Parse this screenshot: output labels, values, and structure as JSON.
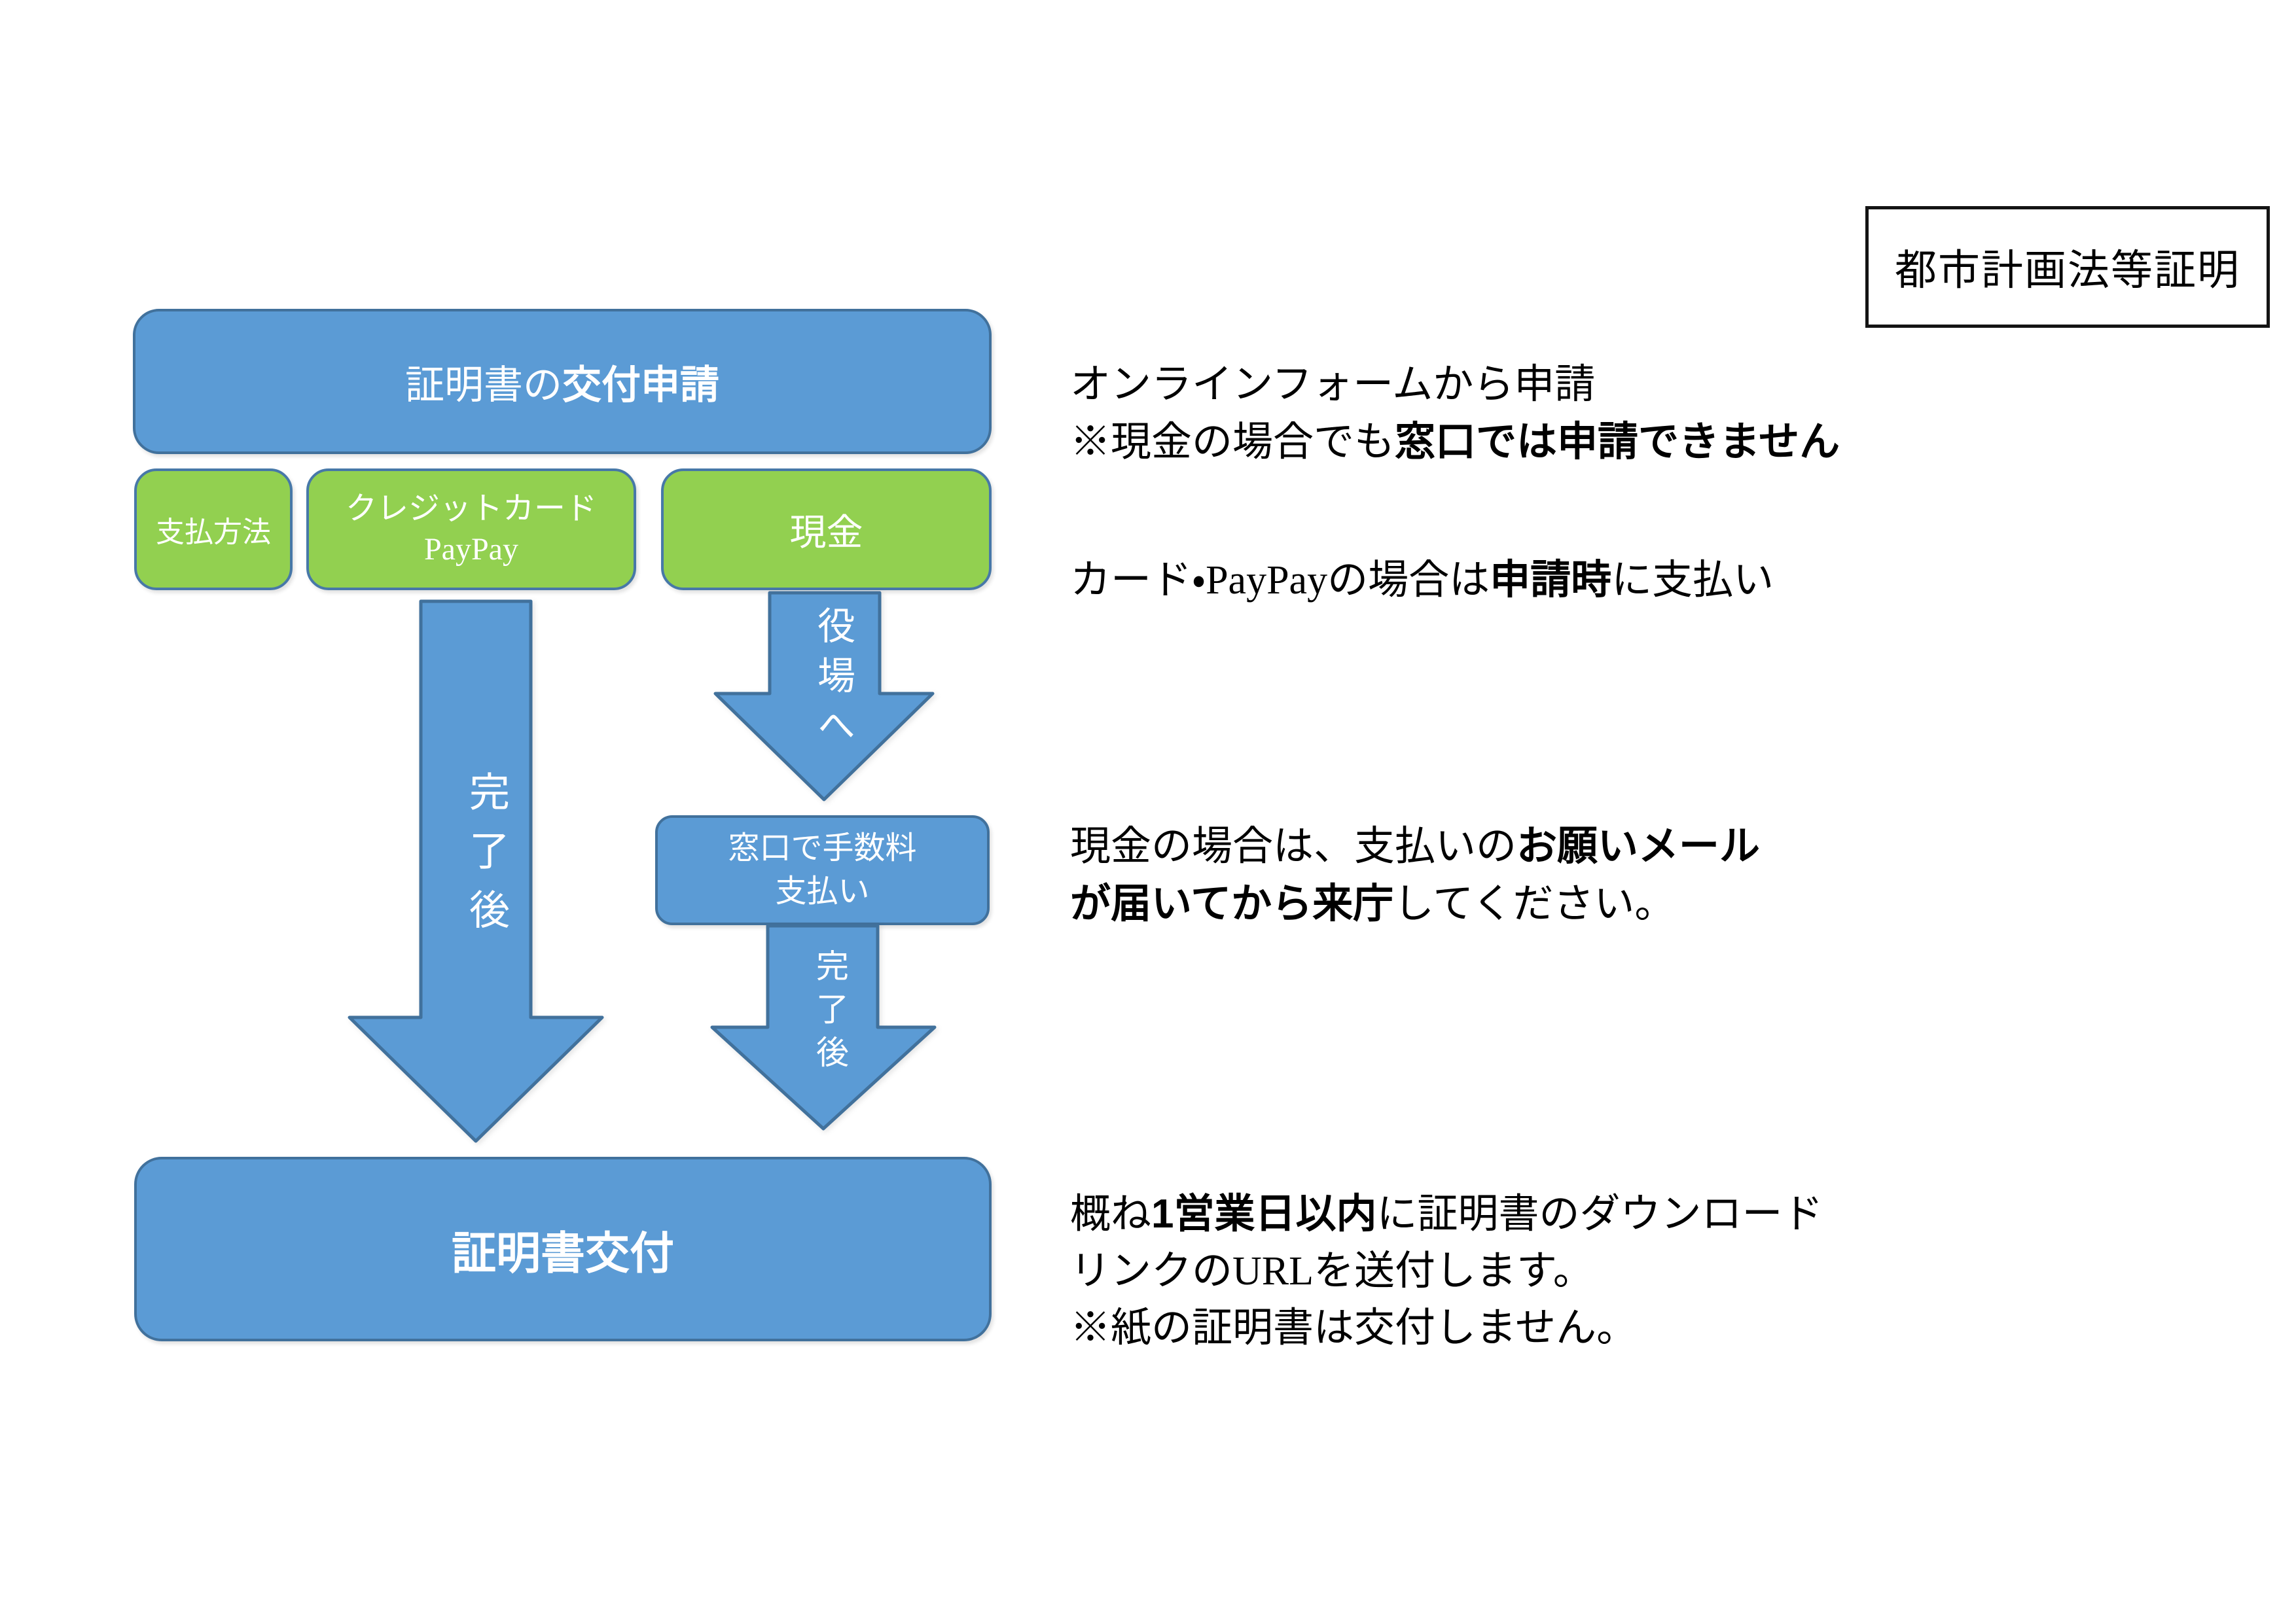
{
  "colors": {
    "box_blue_fill": "#5B9BD5",
    "box_blue_border": "#41719C",
    "box_green_fill": "#92D050",
    "box_green_border": "#4778A8",
    "box_text": "#FFFFFF",
    "annotation_text": "#000000",
    "tag_box_border": "#141414"
  },
  "title_box": {
    "label": "都市計画法等証明"
  },
  "flow": {
    "apply_box": {
      "segments": [
        {
          "text": "証明書の",
          "bold": false
        },
        {
          "text": "交付申請",
          "bold": true
        }
      ]
    },
    "payment_label_box": {
      "label": "支払方法"
    },
    "credit_box": {
      "line1": "クレジットカード",
      "line2": "PayPay"
    },
    "cash_box": {
      "label": "現金"
    },
    "left_arrow": {
      "label": "完了後"
    },
    "to_office_arrow": {
      "label": "役場へ"
    },
    "counter_box": {
      "line1": "窓口で手数料",
      "line2": "支払い"
    },
    "after_arrow": {
      "label": "完了後"
    },
    "issue_box": {
      "label": "証明書交付"
    }
  },
  "annotations": {
    "online": {
      "lines": [
        [
          {
            "text": "オンラインフォームから申請",
            "bold": false
          }
        ],
        [
          {
            "text": "※現金の場合でも",
            "bold": false
          },
          {
            "text": "窓口では申請できません",
            "bold": true
          }
        ]
      ]
    },
    "card": {
      "lines": [
        [
          {
            "text": "カード・PayPayの場合は",
            "bold": false
          },
          {
            "text": "申請時",
            "bold": true
          },
          {
            "text": "に支払い",
            "bold": false
          }
        ]
      ]
    },
    "cash": {
      "lines": [
        [
          {
            "text": "現金の場合は、支払いの",
            "bold": false
          },
          {
            "text": "お願いメール",
            "bold": true
          }
        ],
        [
          {
            "text": "が届いてから来庁",
            "bold": true
          },
          {
            "text": "してください。",
            "bold": false
          }
        ]
      ]
    },
    "issue": {
      "lines": [
        [
          {
            "text": "概ね",
            "bold": false
          },
          {
            "text": "1営業日以内",
            "bold": true
          },
          {
            "text": "に証明書のダウンロード",
            "bold": false
          }
        ],
        [
          {
            "text": "リンクのURLを送付します。",
            "bold": false
          }
        ],
        [
          {
            "text": "※紙の証明書は交付しません。",
            "bold": false
          }
        ]
      ]
    }
  }
}
